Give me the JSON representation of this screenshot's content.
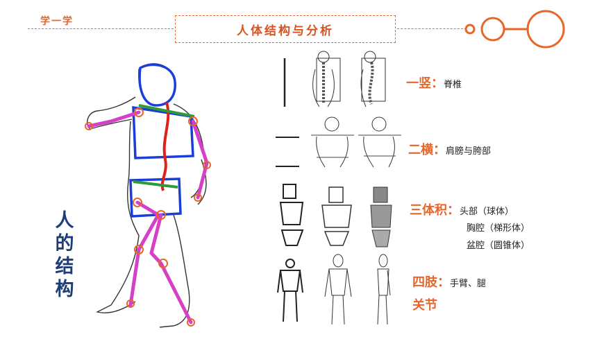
{
  "header": {
    "tag": "学一学",
    "title": "人体结构与分析"
  },
  "side_title": [
    "人",
    "的",
    "结",
    "构"
  ],
  "analysis": {
    "yishu": {
      "label": "一竖",
      "colon": "：",
      "desc": "脊椎"
    },
    "erheng": {
      "label": "二横",
      "colon": "：",
      "desc": "肩膀与胯部"
    },
    "santiji": {
      "label": "三体积",
      "colon": "：",
      "items": [
        "头部（球体）",
        "胸腔（梯形体）",
        "盆腔（圆锥体）"
      ]
    },
    "sizhi": {
      "label": "四肢",
      "colon": "：",
      "desc": "手臂、腿"
    },
    "guanjie": {
      "label": "关节"
    }
  },
  "colors": {
    "accent": "#e8662a",
    "title_blue": "#1f3c7a",
    "spine_red": "#e0201b",
    "shoulder_green": "#2e9a3a",
    "limb_magenta": "#d63fc7",
    "volume_blue": "#1b3fd6"
  }
}
